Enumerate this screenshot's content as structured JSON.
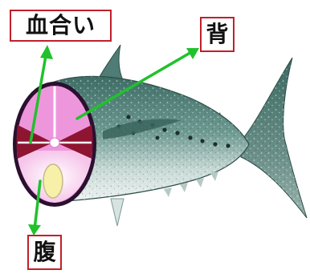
{
  "labels": {
    "chiai": "血合い",
    "back": "背",
    "belly": "腹"
  },
  "colors": {
    "label_border": "#c0202a",
    "arrow": "#21c12c",
    "dark_red_meat": "#8e1532",
    "back_meat": "#ee96dc",
    "belly_meat": "#f6c6ea",
    "fish_back": "#3f6e66",
    "fish_belly": "#e2ecea"
  },
  "icons": [
    "arrow",
    "fish-illustration"
  ]
}
